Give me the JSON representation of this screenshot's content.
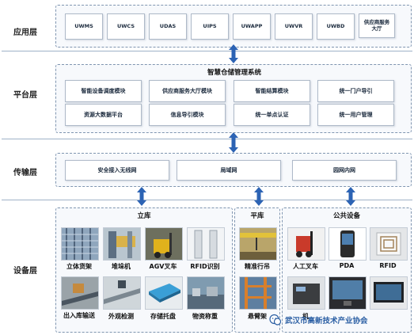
{
  "layers": {
    "application": "应用层",
    "platform": "平台层",
    "transport": "传输层",
    "device": "设备层"
  },
  "application": {
    "apps": [
      "UWMS",
      "UWCS",
      "UDAS",
      "UIPS",
      "UWAPP",
      "UWVR",
      "UWBD",
      "供应商服务大厅"
    ]
  },
  "platform": {
    "title": "智慧仓储管理系统",
    "modules": [
      "智能设备调度模块",
      "供应商服务大厅模块",
      "智能结算模块",
      "统一门户导引",
      "资源大数据平台",
      "信息导引模块",
      "统一单点认证",
      "统一用户管理"
    ]
  },
  "transport": {
    "networks": [
      "安全接入无线网",
      "局域网",
      "园网内网"
    ]
  },
  "device": {
    "liku": {
      "title": "立库",
      "items": [
        "立体货架",
        "堆垛机",
        "AGV叉车",
        "RFID识别",
        "出入库输送",
        "外观检测",
        "存储托盘",
        "物资称重"
      ]
    },
    "pingku": {
      "title": "平库",
      "items": [
        "精准行吊",
        "悬臂架"
      ]
    },
    "public": {
      "title": "公共设备",
      "items": [
        "人工叉车",
        "PDA",
        "RFID",
        "机"
      ]
    }
  },
  "watermark": "武汉市高新技术产业协会",
  "colors": {
    "arrow": "#2c63b4",
    "separator": "#9fb2c8",
    "panel_border": "#7f95b0",
    "title_text": "#111111"
  }
}
